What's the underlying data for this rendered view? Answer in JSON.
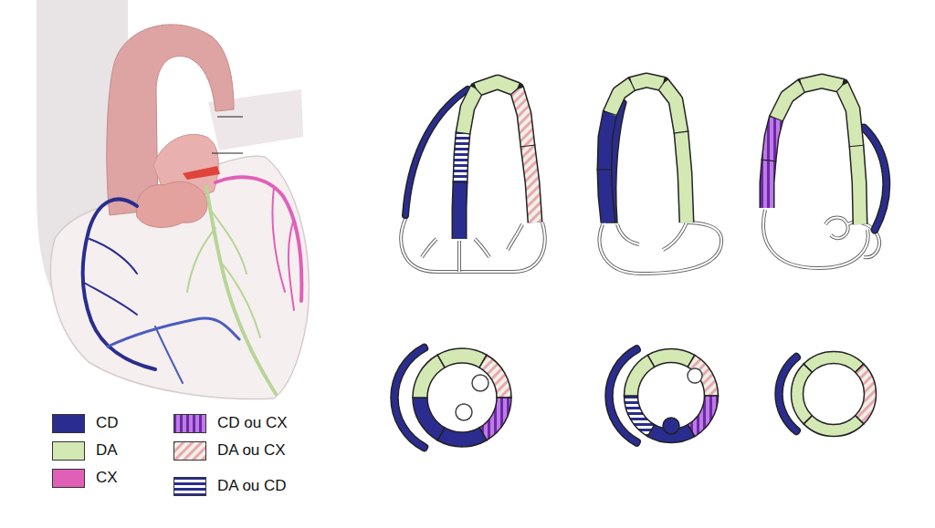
{
  "diagram": {
    "legend": [
      {
        "text": "CD",
        "color": "#2a2d8f"
      },
      {
        "text": "DA",
        "color": "#d4e8b4"
      },
      {
        "text": "CX",
        "color": "#e060b8"
      },
      {
        "text": "CD ou CX"
      },
      {
        "text": "DA ou CX"
      },
      {
        "text": "DA ou CD"
      }
    ]
  }
}
